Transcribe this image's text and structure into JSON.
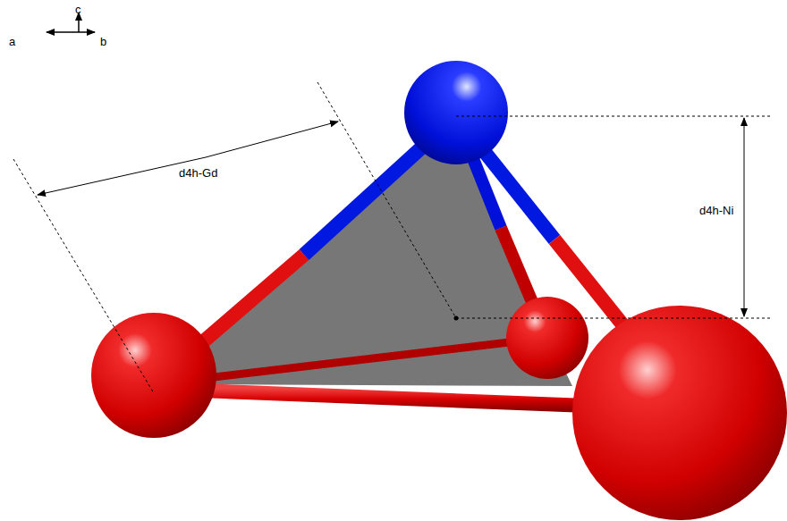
{
  "diagram": {
    "labels": [
      "c",
      "a",
      "b",
      "d4h-Gd",
      "d4h-Ni"
    ]
  }
}
